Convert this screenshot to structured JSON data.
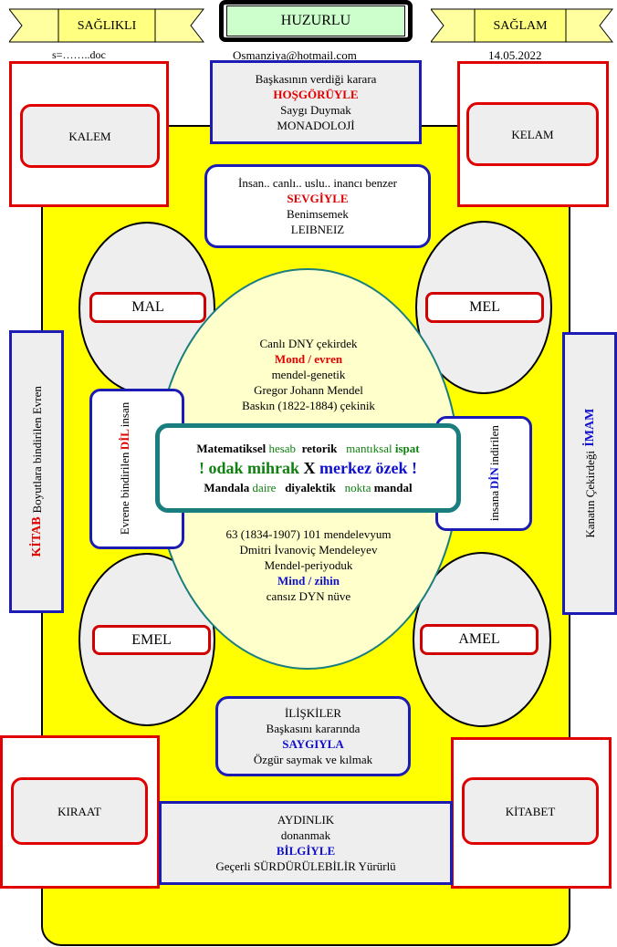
{
  "header": {
    "left_ribbon": "SAĞLIKLI",
    "center_title": "HUZURLU",
    "right_ribbon": "SAĞLAM",
    "file": "s=……..doc",
    "email": "Osmanziya@hotmail.com",
    "date": "14.05.2022"
  },
  "corners": {
    "top_left": "KALEM",
    "top_right": "KELAM",
    "bottom_left": "KIRAAT",
    "bottom_right": "KİTABET"
  },
  "top_box": {
    "line1": "Başkasının verdiği karara",
    "line2": "HOŞGÖRÜYLE",
    "line3": "Saygı Duymak",
    "line4": "MONADOLOJİ"
  },
  "second_box": {
    "line1": "İnsan.. canlı.. uslu.. inancı benzer",
    "line2": "SEVGİYLE",
    "line3": "Benimsemek",
    "line4": "LEIBNEIZ"
  },
  "ellipses": {
    "top_left": "MAL",
    "top_right": "MEL",
    "bottom_left": "EMEL",
    "bottom_right": "AMEL"
  },
  "center_upper": {
    "line1": "Canlı DNY çekirdek",
    "line2": "Mond / evren",
    "line3": "mendel-genetik",
    "line4": "Gregor Johann Mendel",
    "line5": "Baskın (1822-1884)  çekinik"
  },
  "center_lower": {
    "line1": "63 (1834-1907)  101  mendelevyum",
    "line2": "Dmitri  İvanoviç Mendeleyev",
    "line3": "Mendel-periyoduk",
    "line4": "Mind / zihin",
    "line5": "cansız DYN nüve"
  },
  "core": {
    "r1a": "Matematiksel",
    "r1b": "hesab",
    "r1c": "retorik",
    "r1d": "mantıksal",
    "r1e": "ispat",
    "r2a": "! odak mihrak",
    "r2b": "X",
    "r2c": "merkez özek !",
    "r3a": "Mandala",
    "r3b": "daire",
    "r3c": "diyalektik",
    "r3d": "nokta",
    "r3e": "mandal"
  },
  "left_mid": {
    "line1": "Evrene bindirilen",
    "line2": "DİL",
    "line3": "insan"
  },
  "right_mid": {
    "line1": "insana",
    "line2": "DİN",
    "line3": "indirilen"
  },
  "left_side": {
    "line1": "KİTAB",
    "line2": "Boyutlara bindirilen  Evren"
  },
  "right_side": {
    "line1": "Kanatın Çekirdeği",
    "line2": "İMAM"
  },
  "lower_box": {
    "line1": "İLİŞKİLER",
    "line2": "Başkasını  kararında",
    "line3": "SAYGIYLA",
    "line4": "Özgür saymak ve kılmak"
  },
  "bottom_box": {
    "line1": "AYDINLIK",
    "line2": "donanmak",
    "line3": "BİLGİYLE",
    "line4": "Geçerli SÜRDÜRÜLEBİLİR  Yürürlü"
  }
}
